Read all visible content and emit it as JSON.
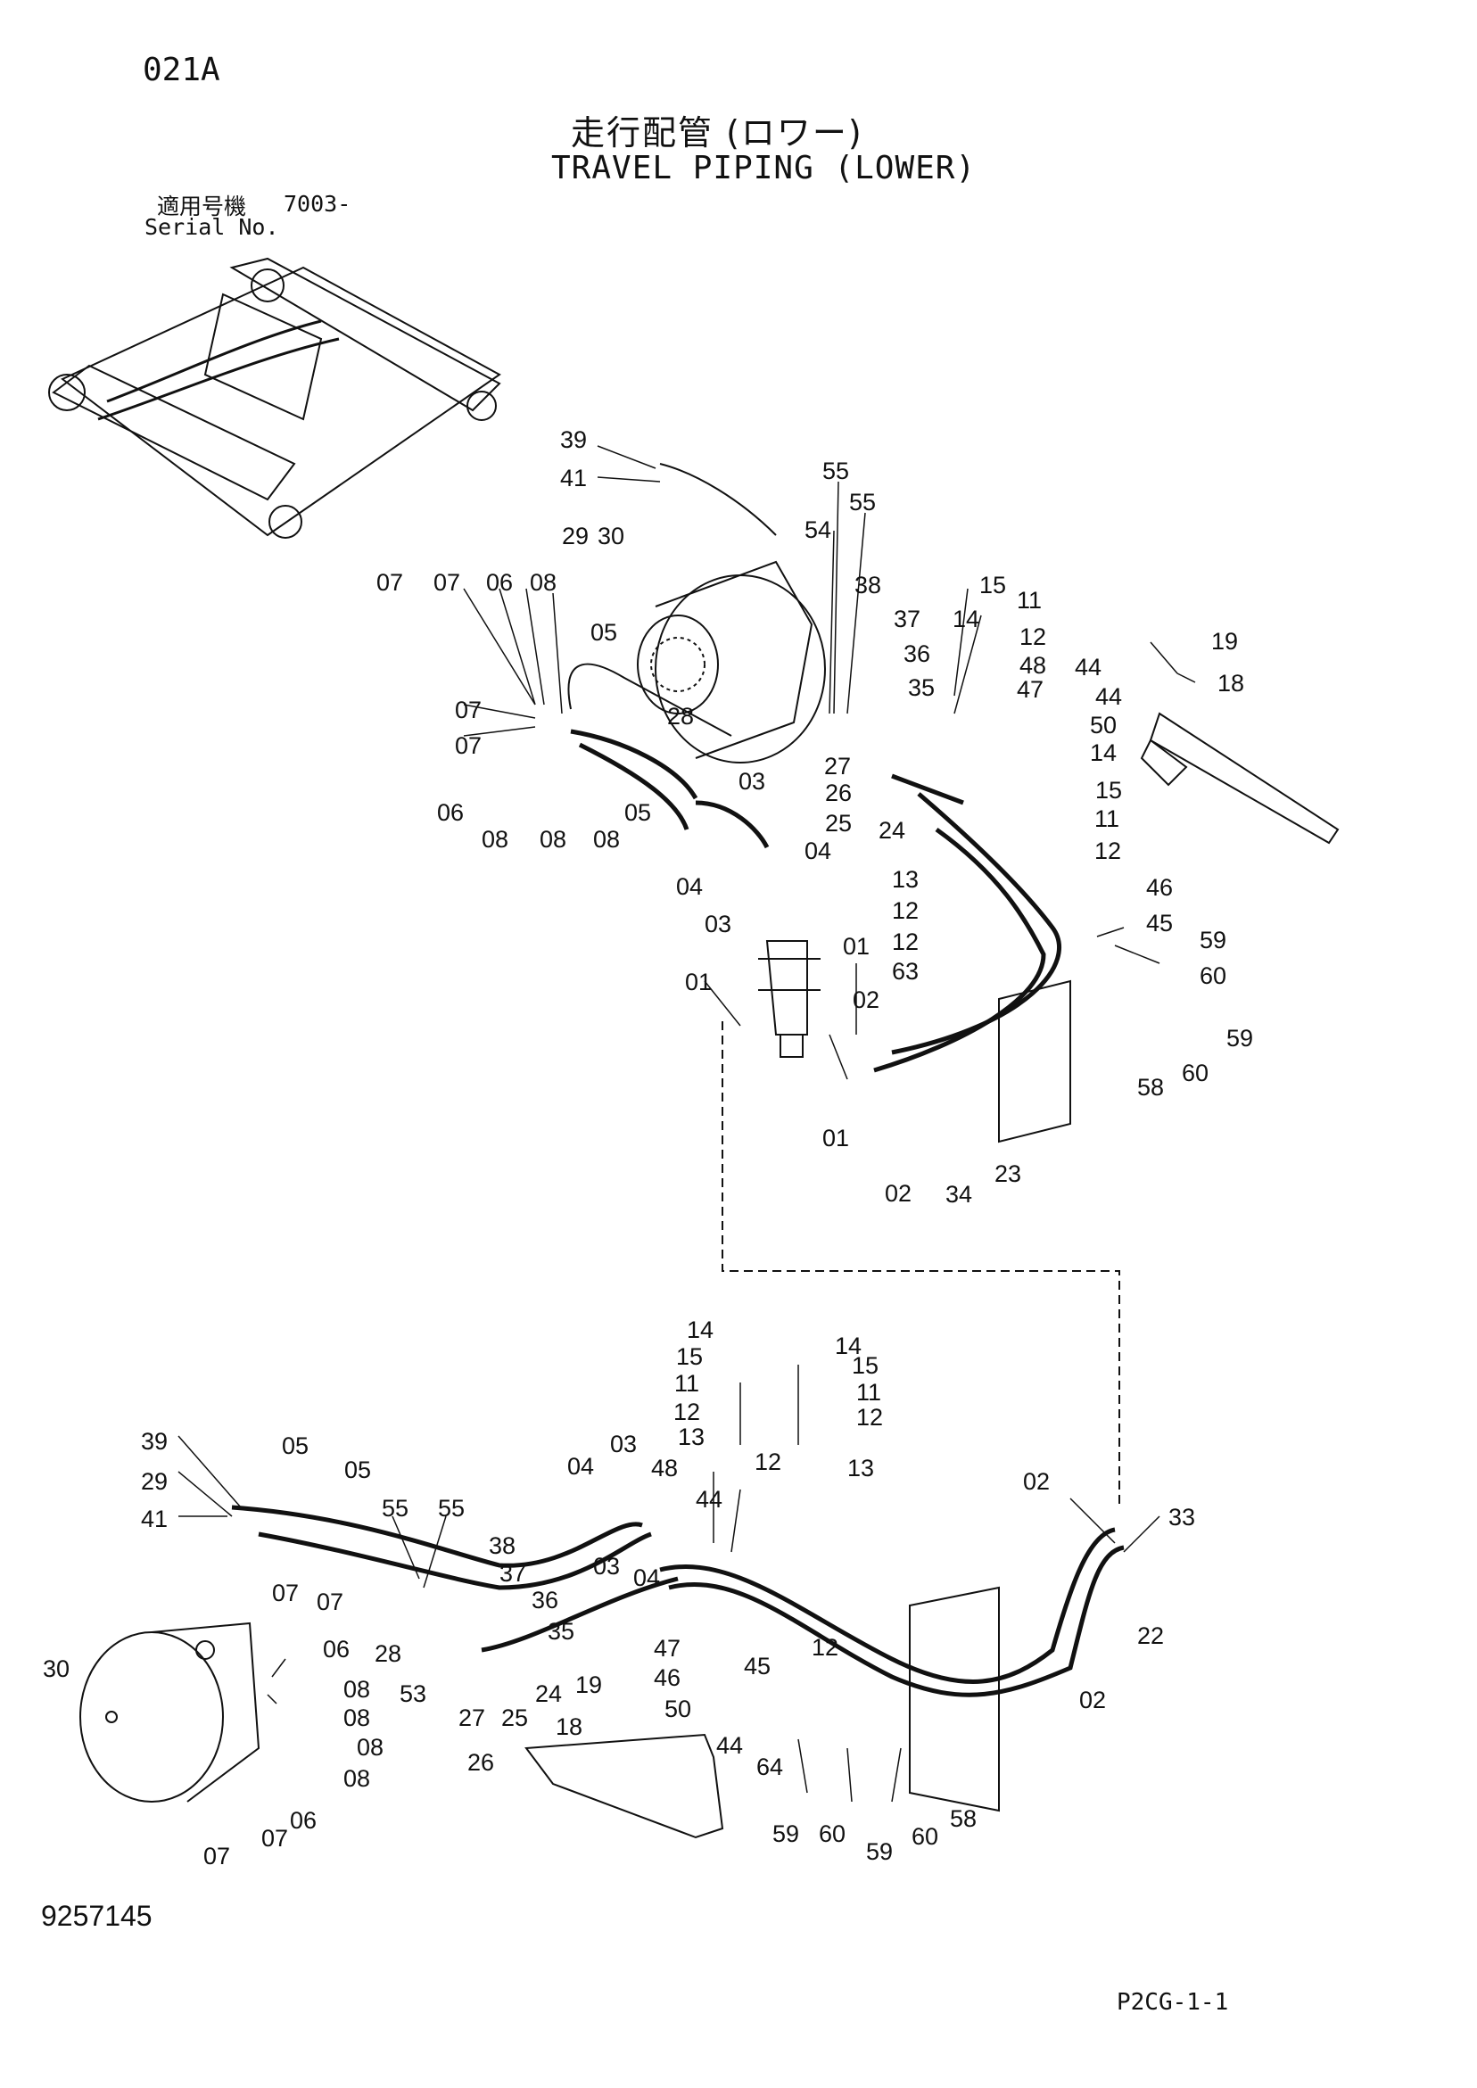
{
  "header": {
    "page_code": "021A",
    "title_jp": "走行配管 (ロワー)",
    "title_en": "TRAVEL PIPING (LOWER)",
    "serial_label_jp": "適用号機",
    "serial_value": "7003-",
    "serial_label_en": "Serial No."
  },
  "footer": {
    "drawing_number": "9257145",
    "page_reference": "P2CG-1-1"
  },
  "callouts": {
    "upper": [
      "39",
      "41",
      "55",
      "55",
      "54",
      "29",
      "30",
      "38",
      "37",
      "36",
      "35",
      "15",
      "11",
      "14",
      "12",
      "48",
      "47",
      "44",
      "44",
      "50",
      "14",
      "15",
      "11",
      "12",
      "46",
      "45",
      "19",
      "18",
      "07",
      "07",
      "06",
      "08",
      "05",
      "07",
      "07",
      "06",
      "08",
      "08",
      "08",
      "05",
      "28",
      "27",
      "26",
      "25",
      "24",
      "03",
      "04",
      "04",
      "03",
      "13",
      "12",
      "12",
      "63",
      "01",
      "01",
      "02",
      "01",
      "02",
      "34",
      "23",
      "59",
      "60",
      "59",
      "58",
      "60"
    ],
    "lower": [
      "14",
      "15",
      "11",
      "12",
      "13",
      "14",
      "15",
      "11",
      "12",
      "13",
      "39",
      "29",
      "41",
      "05",
      "05",
      "55",
      "55",
      "04",
      "03",
      "48",
      "44",
      "12",
      "38",
      "37",
      "36",
      "35",
      "47",
      "46",
      "50",
      "45",
      "44",
      "12",
      "03",
      "04",
      "02",
      "33",
      "22",
      "02",
      "07",
      "07",
      "06",
      "08",
      "08",
      "08",
      "08",
      "06",
      "07",
      "07",
      "30",
      "28",
      "53",
      "27",
      "25",
      "26",
      "24",
      "19",
      "18",
      "64",
      "59",
      "60",
      "59",
      "60",
      "58"
    ]
  }
}
